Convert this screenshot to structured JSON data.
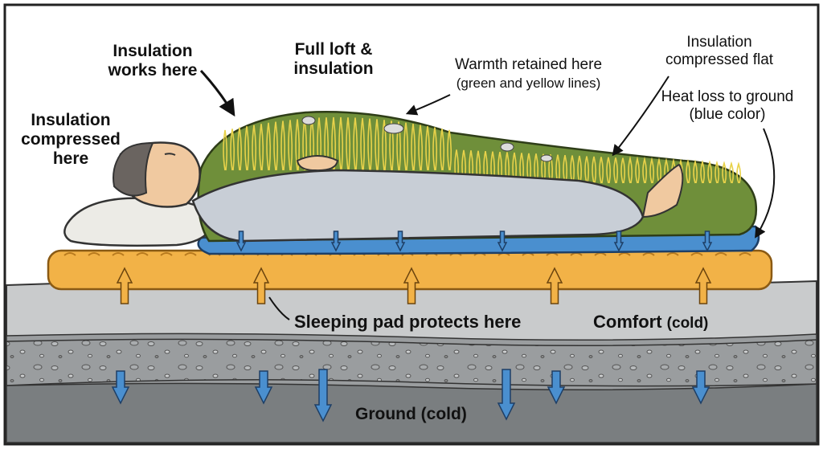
{
  "labels": {
    "insulation_works_here": "Insulation works here",
    "full_loft": "Full loft & insulation",
    "insulation_compressed_here": "Insulation compressed here",
    "warmth_retained": "Warmth retained here",
    "warmth_note": "(green and yellow lines)",
    "insulation_compressed_flat": "Insulation compressed flat",
    "heat_loss": "Heat loss to ground (blue color)",
    "sleeping_pad_protects": "Sleeping pad protects here",
    "comfort": "Comfort",
    "comfort_note": "(cold)",
    "ground": "Ground (cold)"
  },
  "colors": {
    "bag_green": "#6f8f3a",
    "loft_yellow": "#e8d24a",
    "pad_orange": "#f2b247",
    "cold_blue": "#4a8fcf",
    "ground_grey": "#8e9294",
    "sleeper_clothes": "#c8ced6",
    "skin": "#f0c9a0"
  },
  "icons": [
    "down-arrow-icon",
    "up-arrow-icon",
    "pointer-arrow-icon"
  ]
}
